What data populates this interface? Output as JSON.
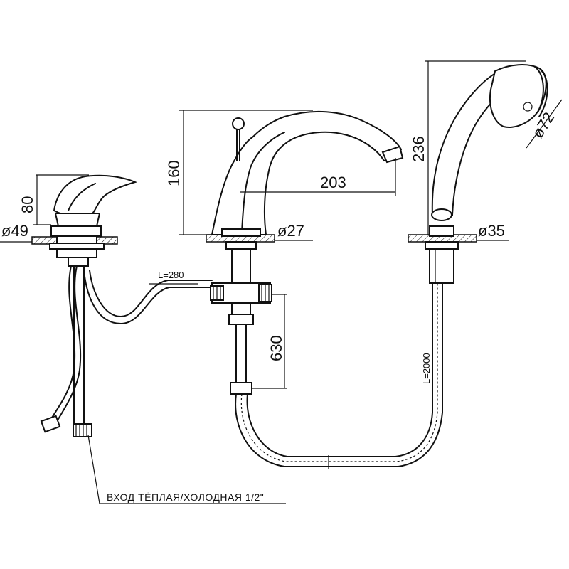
{
  "dimensions": {
    "handle_height": "80",
    "handle_diameter": "ø49",
    "spout_height": "160",
    "spout_reach": "203",
    "spout_diameter": "ø27",
    "shower_height": "236",
    "shower_head_diameter": "ø72",
    "shower_base_diameter": "ø35",
    "short_hose_length": "L=280",
    "diverter_depth": "630",
    "shower_hose_length": "L=2000"
  },
  "note": "ВХОД ТЁПЛАЯ/ХОЛОДНАЯ  1/2\""
}
